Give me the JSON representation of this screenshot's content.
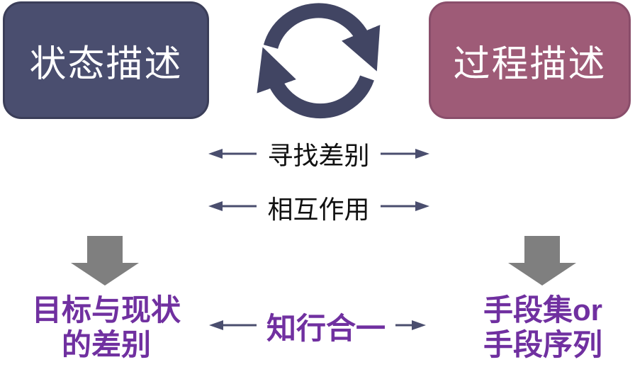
{
  "diagram": {
    "background": "#ffffff",
    "boxes": {
      "state": {
        "label": "状态描述",
        "fill": "#4A4E6F",
        "border": "#3B3E59",
        "text_color": "#ffffff"
      },
      "process": {
        "label": "过程描述",
        "fill": "#9E5B77",
        "border": "#8A4E6B",
        "text_color": "#ffffff"
      }
    },
    "cycle_icon": {
      "meaning": "cycle-between-state-and-process",
      "color": "#414563"
    },
    "connector_color": "#4A4E6E",
    "relations": [
      {
        "label": "寻找差别",
        "text_color": "#111111",
        "bold": false
      },
      {
        "label": "相互作用",
        "text_color": "#111111",
        "bold": false
      },
      {
        "label": "知行合一",
        "text_color": "#7030A0",
        "bold": true
      }
    ],
    "down_arrow_color": "#7F7F7F",
    "results": {
      "left": {
        "line1": "目标与现状",
        "line2": "的差别",
        "color": "#7030A0"
      },
      "right": {
        "line1": "手段集or",
        "line2": "手段序列",
        "color": "#7030A0"
      }
    }
  }
}
